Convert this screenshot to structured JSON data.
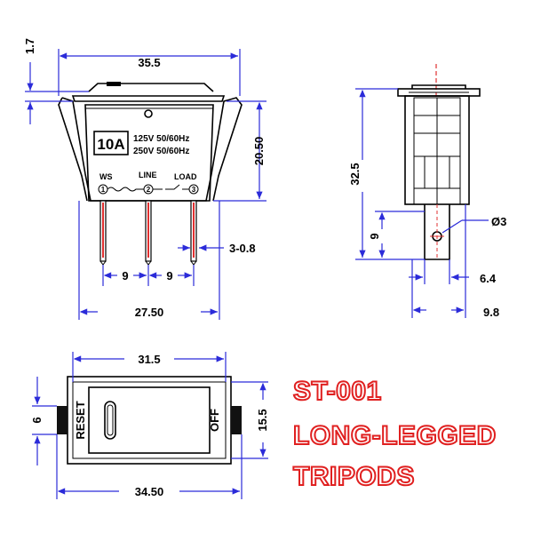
{
  "dimensions": {
    "top_height": "1.7",
    "top_width": "35.5",
    "body_height": "20.50",
    "pin_width": "3-0.8",
    "pin_pitch_left": "9",
    "pin_pitch_right": "9",
    "base_width": "27.50",
    "side_height": "32.5",
    "side_pin_offset": "9",
    "hole_dia": "Ø3",
    "side_pin_width": "6.4",
    "side_depth": "9.8",
    "front_inner_width": "31.5",
    "front_outer_width": "34.50",
    "front_height_left": "6",
    "front_height_right": "15.5"
  },
  "markings": {
    "current": "10A",
    "rating_1": "125V 50/60Hz",
    "rating_2": "250V 50/60Hz",
    "pin_ws": "WS",
    "pin_line": "LINE",
    "pin_load": "LOAD",
    "num_1": "1",
    "num_2": "2",
    "num_3": "3",
    "reset": "RESET",
    "off": "OFF"
  },
  "title": {
    "line1": "ST-001",
    "line2": "LONG-LEGGED",
    "line3": "TRIPODS"
  },
  "colors": {
    "dimension_lines": "#2b2bd9",
    "pins": "#e03030",
    "title_outline": "#e02020"
  }
}
